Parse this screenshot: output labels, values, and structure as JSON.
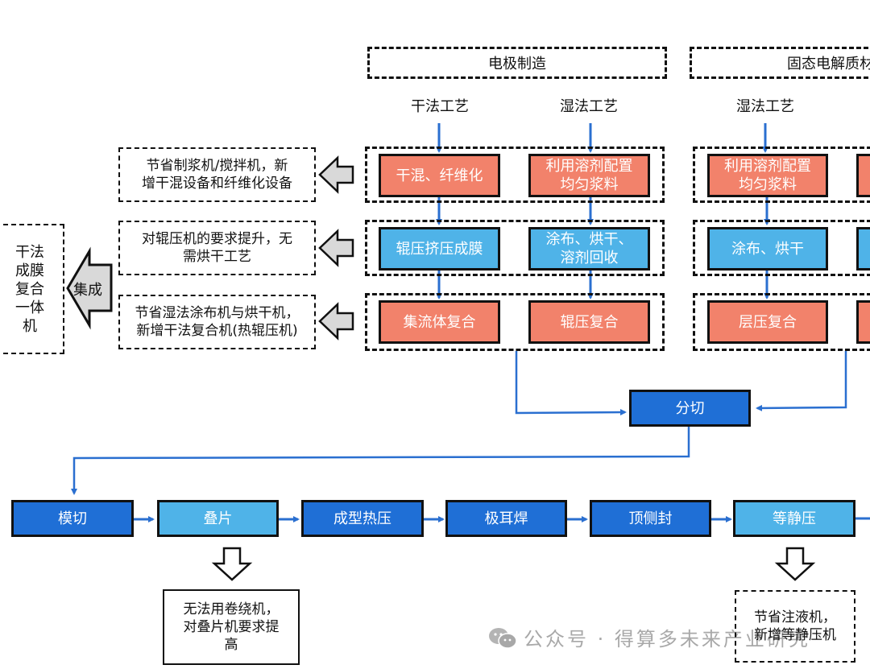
{
  "colors": {
    "dry_wet_step": "#f2826b",
    "film_step": "#4fb3e8",
    "main_step": "#1f6fd6",
    "light_step": "#4fb3e8",
    "connector": "#2a6fd0",
    "hollow_arrow_fill": "#d9d9d9"
  },
  "headers": {
    "electrode": "电极制造",
    "solid_electrolyte": "固态电解质材"
  },
  "process_labels": {
    "dry": "干法工艺",
    "wet": "湿法工艺",
    "se_wet": "湿法工艺"
  },
  "electrode": {
    "dry_steps": [
      "干混、纤维化",
      "辊压挤压成膜",
      "集流体复合"
    ],
    "wet_steps": [
      "利用溶剂配置\n均匀浆料",
      "涂布、烘干、\n溶剂回收",
      "辊压复合"
    ]
  },
  "solid_electrolyte": {
    "wet_steps": [
      "利用溶剂配置\n均匀浆料",
      "涂布、烘干",
      "层压复合"
    ]
  },
  "impact_notes": [
    "节省制浆机/搅拌机，新\n增干混设备和纤维化设备",
    "对辊压机的要求提升，无\n需烘干工艺",
    "节省湿法涂布机与烘干机，\n新增干法复合机(热辊压机)"
  ],
  "integration": {
    "arrow_label": "集成",
    "result": "干法\n成膜\n复合\n一体\n机"
  },
  "slitting": "分切",
  "assembly_line": [
    {
      "label": "模切",
      "tone": "main"
    },
    {
      "label": "叠片",
      "tone": "light"
    },
    {
      "label": "成型热压",
      "tone": "main"
    },
    {
      "label": "极耳焊",
      "tone": "main"
    },
    {
      "label": "顶侧封",
      "tone": "main"
    },
    {
      "label": "等静压",
      "tone": "light"
    }
  ],
  "bottom_notes": {
    "stacking": "无法用卷绕机，\n对叠片机要求提\n高",
    "isostatic": "节省注液机，\n新增等静压机"
  },
  "watermark": "公众号 · 得算多未来产业研究"
}
